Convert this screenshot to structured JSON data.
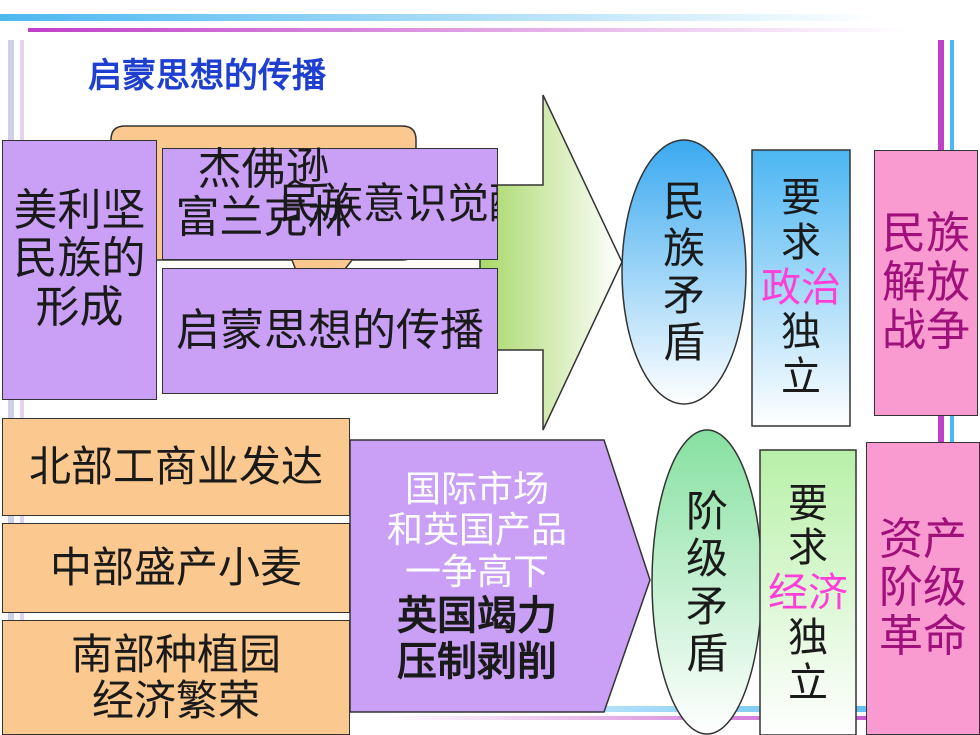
{
  "title": "启蒙思想的传播",
  "left_top": {
    "formation_text": "美利坚民族的形成",
    "awakening_text": "民族意识觉醒",
    "spread_text": "启蒙思想的传播",
    "callout_line1": "杰佛逊",
    "callout_line2": "富兰克林"
  },
  "left_bottom": {
    "north_text": "北部工商业发达",
    "middle_text": "中部盛产小麦",
    "south_line1": "南部种植园",
    "south_line2": "经济繁荣"
  },
  "market_box": {
    "line1": "国际市场",
    "line2": "和英国产品",
    "line3": "一争高下",
    "line4": "英国竭力",
    "line5": "压制剥削"
  },
  "ellipse_top_text": "民族矛盾",
  "ellipse_bottom_text": "阶级矛盾",
  "demand_top": {
    "part1": "要求",
    "highlight": "政治",
    "part2": "独立"
  },
  "demand_bottom": {
    "part1": "要求",
    "highlight": "经济",
    "part2": "独立"
  },
  "result_top": "民族解放战争",
  "result_bottom": "资产阶级革命",
  "colors": {
    "title_blue": "#1e3fd0",
    "purple_box": "#c9a0f5",
    "orange_box": "#fbc98f",
    "pink_box": "#f99ad1",
    "magenta_text": "#ff3fd7"
  }
}
